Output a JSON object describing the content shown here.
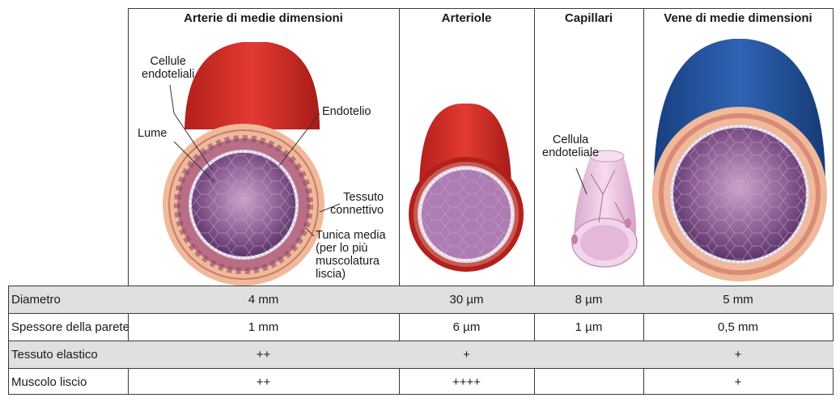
{
  "columns": [
    {
      "title": "Arterie di medie dimensioni"
    },
    {
      "title": "Arteriole"
    },
    {
      "title": "Capillari"
    },
    {
      "title": "Vene di medie dimensioni"
    }
  ],
  "labels": {
    "cellule_endoteliali": "Cellule\nendoteliali",
    "endotelio": "Endotelio",
    "lume": "Lume",
    "tessuto_connettivo": "Tessuto\nconnettivo",
    "tunica_media": "Tunica media\n(per lo più\nmuscolatura\nliscia)",
    "cellula_endoteliale": "Cellula\nendoteliale"
  },
  "rows": [
    {
      "label": "Diametro",
      "values": [
        "4 mm",
        "30 µm",
        "8 µm",
        "5 mm"
      ]
    },
    {
      "label": "Spessore della parete",
      "values": [
        "1 mm",
        "6 µm",
        "1 µm",
        "0,5 mm"
      ]
    },
    {
      "label": "Tessuto elastico",
      "values": [
        "++",
        "+",
        "",
        "+"
      ]
    },
    {
      "label": "Muscolo liscio",
      "values": [
        "++",
        "++++",
        "",
        "+"
      ]
    }
  ],
  "colors": {
    "artery_red": "#d42a25",
    "vein_blue": "#1f4f9a",
    "wall_peach": "#f0b99a",
    "muscle_mauve": "#b86f86",
    "lumen_purple": "#6b3f7a",
    "capillary_pink": "#efc9e4",
    "row_shade": "#e0e0e0"
  }
}
